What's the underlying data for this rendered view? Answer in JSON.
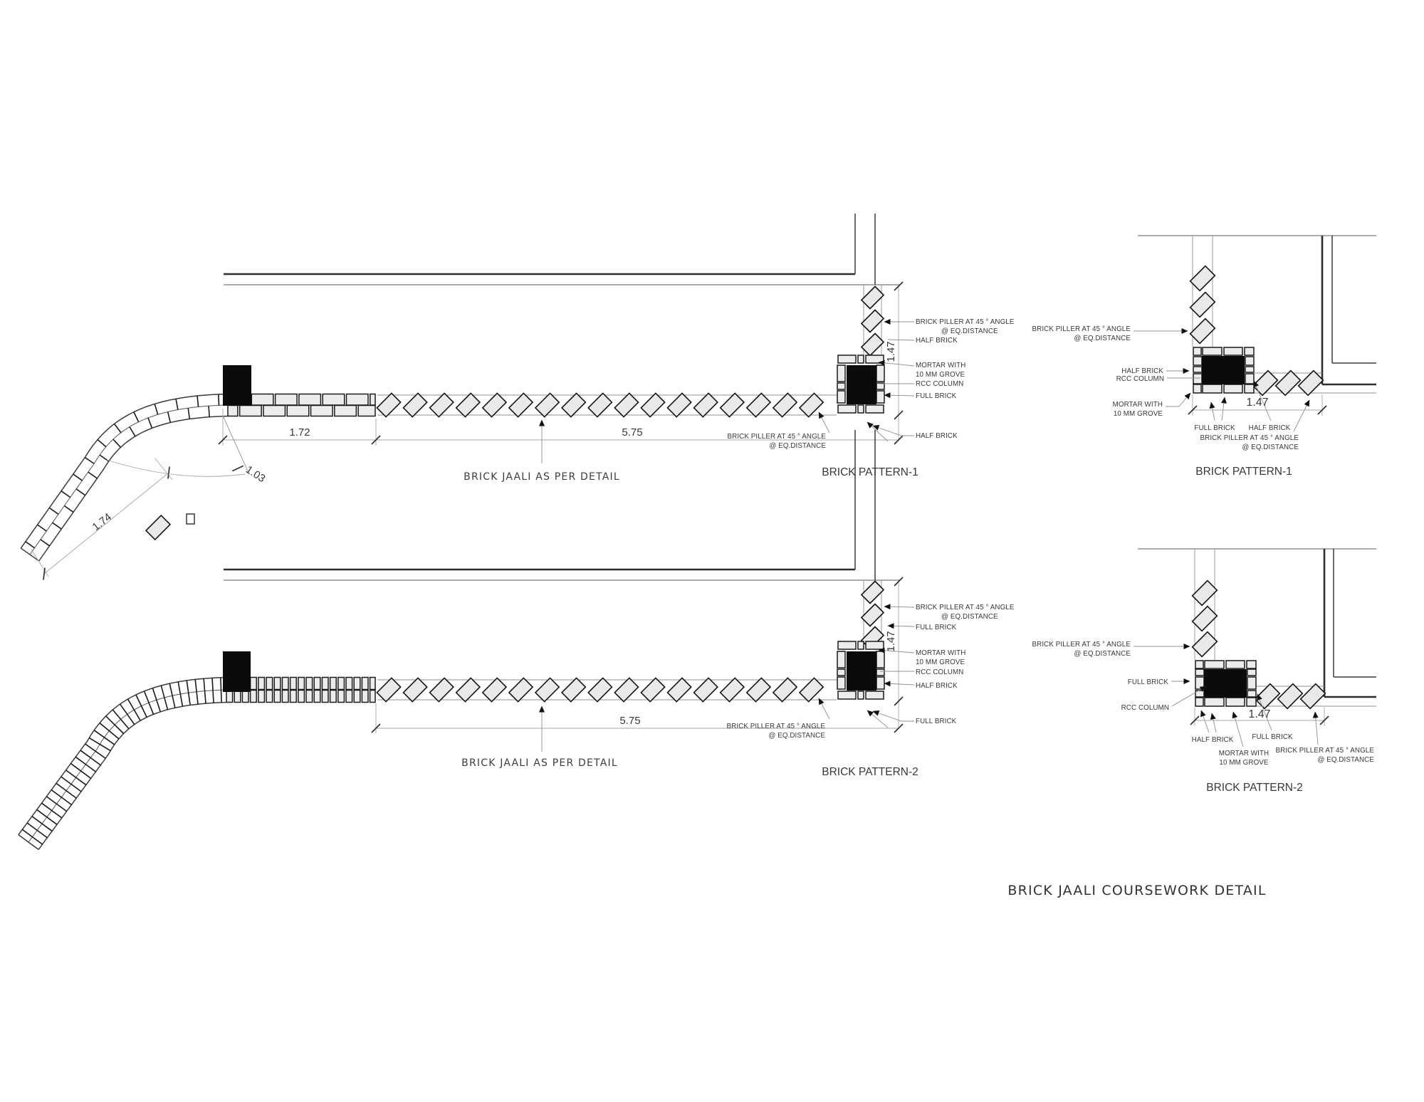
{
  "sheet": {
    "title": "BRICK JAALI COURSEWORK DETAIL"
  },
  "labels": {
    "piller1": "BRICK PILLER AT 45 ° ANGLE",
    "piller2": "@ EQ.DISTANCE",
    "half": "HALF BRICK",
    "full": "FULL BRICK",
    "mortar1": "MORTAR WITH",
    "mortar2": "10 MM GROVE",
    "rcc": "RCC COLUMN",
    "note": "BRICK JAALI AS PER DETAIL"
  },
  "plan1": {
    "caption": "BRICK PATTERN-1",
    "dims": {
      "wall": "1.72",
      "jaali": "5.75",
      "pillar": "1.47",
      "arc": "1.03",
      "curve": "1.74"
    }
  },
  "plan2": {
    "caption": "BRICK PATTERN-2",
    "dims": {
      "jaali": "5.75",
      "pillar": "1.47"
    }
  },
  "detail1": {
    "caption": "BRICK PATTERN-1",
    "dims": {
      "pillar": "1.47"
    }
  },
  "detail2": {
    "caption": "BRICK PATTERN-2",
    "dims": {
      "pillar": "1.47"
    }
  },
  "colors": {
    "line": "#2e2e2e",
    "dim": "#9a9a9a",
    "brick_fill": "#ececec",
    "column_black": "#0b0b0b",
    "text": "#3a3a3a"
  }
}
